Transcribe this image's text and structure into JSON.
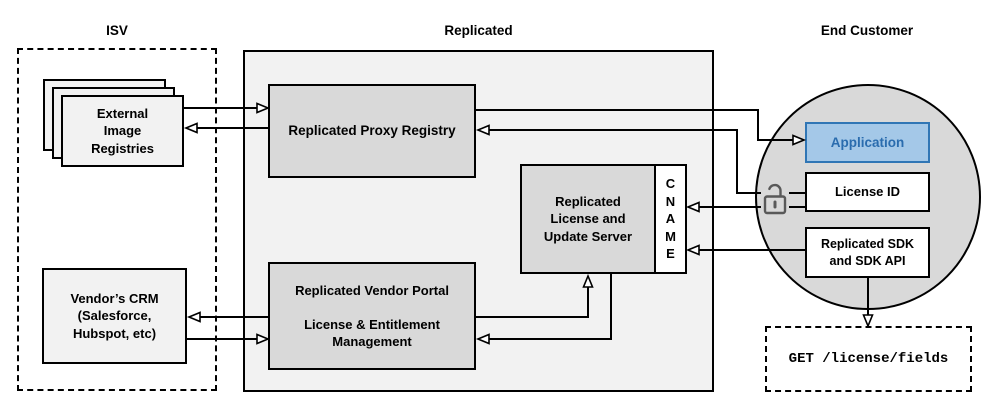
{
  "diagram": {
    "title_sections": {
      "isv": "ISV",
      "replicated": "Replicated",
      "end_customer": "End Customer"
    },
    "nodes": {
      "external_image_registries": "External\nImage\nRegistries",
      "vendors_crm": "Vendor’s CRM\n(Salesforce,\nHubspot, etc)",
      "replicated_proxy_registry": "Replicated Proxy Registry",
      "replicated_license_update_server": "Replicated\nLicense and\nUpdate Server",
      "cname": "C\nN\nA\nM\nE",
      "replicated_vendor_portal": "Replicated Vendor Portal\n\nLicense & Entitlement\nManagement",
      "application": "Application",
      "license_id": "License ID",
      "replicated_sdk": "Replicated SDK\nand SDK API",
      "get_license_fields": "GET /license/fields"
    },
    "icons": {
      "unlock_icon": "open-padlock"
    },
    "colors": {
      "box_gray": "#d9d9d9",
      "panel_gray": "#f2f2f2",
      "light_box": "#f2f2f2",
      "app_fill": "#a4c8e8",
      "app_border": "#3076b5",
      "app_text": "#2a6cae",
      "line_color": "#000000",
      "lock_color": "#595959"
    }
  }
}
